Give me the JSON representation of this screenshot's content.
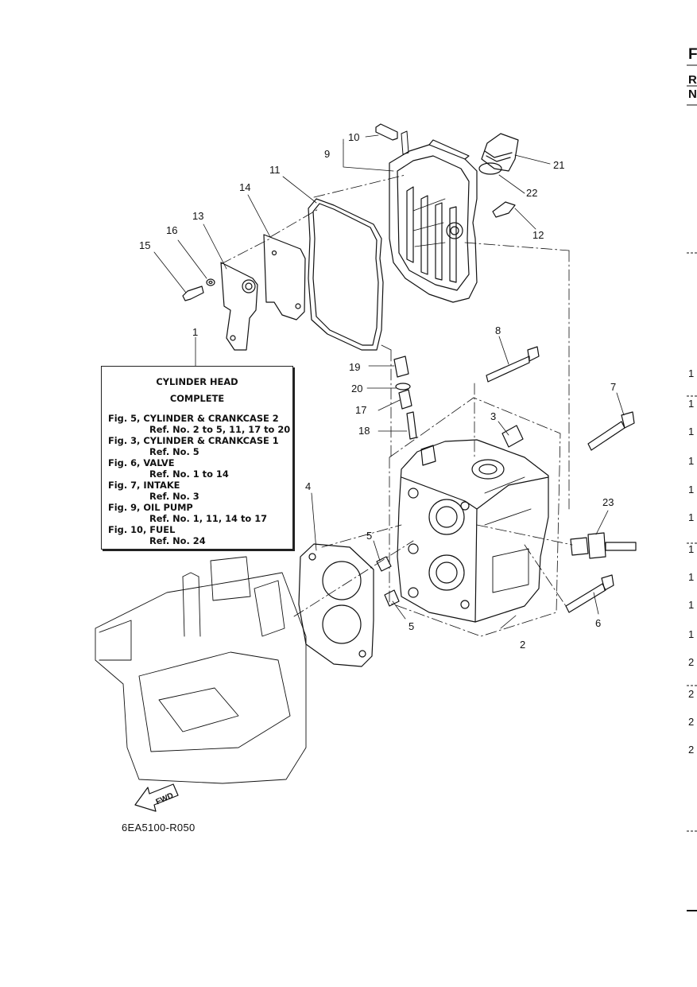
{
  "drawing_code": "6EA5100-R050",
  "fwd_label": "FWD",
  "reference_box": {
    "title_line1": "CYLINDER  HEAD",
    "title_line2": "COMPLETE",
    "lines": [
      {
        "text": "Fig. 5, CYLINDER & CRANKCASE 2",
        "indent": false
      },
      {
        "text": "Ref. No. 2 to 5, 11, 17 to 20",
        "indent": true
      },
      {
        "text": "Fig. 3, CYLINDER & CRANKCASE 1",
        "indent": false
      },
      {
        "text": "Ref. No. 5",
        "indent": true
      },
      {
        "text": "Fig. 6, VALVE",
        "indent": false
      },
      {
        "text": "Ref. No. 1 to 14",
        "indent": true
      },
      {
        "text": "Fig. 7, INTAKE",
        "indent": false
      },
      {
        "text": "Ref. No. 3",
        "indent": true
      },
      {
        "text": "Fig. 9, OIL PUMP",
        "indent": false
      },
      {
        "text": "Ref. No. 1, 11, 14 to 17",
        "indent": true
      },
      {
        "text": "Fig. 10, FUEL",
        "indent": false
      },
      {
        "text": "Ref. No. 24",
        "indent": true
      }
    ]
  },
  "callouts": [
    "1",
    "2",
    "3",
    "4",
    "5",
    "5",
    "6",
    "7",
    "8",
    "9",
    "10",
    "11",
    "12",
    "13",
    "14",
    "15",
    "16",
    "17",
    "18",
    "19",
    "20",
    "21",
    "22",
    "23"
  ],
  "right_edge_text": [
    "F",
    "R",
    "N",
    "1",
    "1",
    "1",
    "1",
    "1",
    "1",
    "1",
    "1",
    "1",
    "1",
    "2",
    "2",
    "2",
    "2"
  ]
}
